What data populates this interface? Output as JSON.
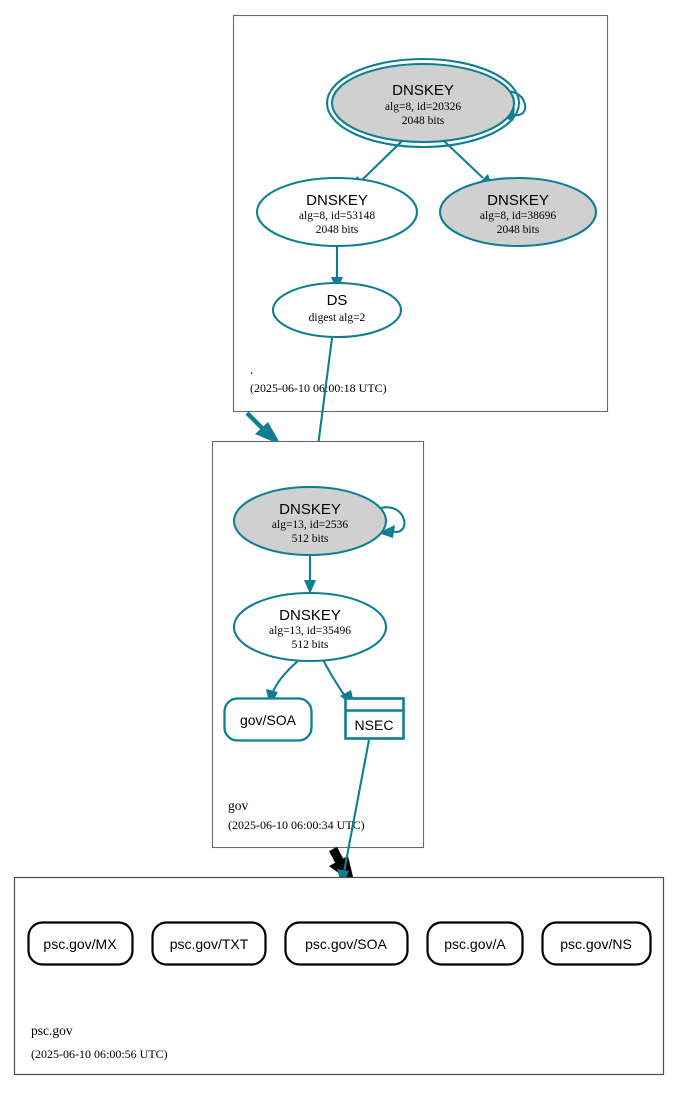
{
  "diagram": {
    "kind": "dnssec-authentication-chain",
    "colors": {
      "secure_teal": "#0e7f92",
      "key_fill_gray": "#d0d0d0",
      "node_fill_white": "#ffffff",
      "zone_border_gray": "#6b6b6b",
      "delegation_black": "#000000"
    }
  },
  "zones": {
    "root": {
      "name": ".",
      "timestamp": "(2025-06-10 06:00:18 UTC)",
      "nodes": {
        "ksk": {
          "type": "DNSKEY",
          "title": "DNSKEY",
          "params": "alg=8, id=20326",
          "size": "2048 bits",
          "alg": 8,
          "id": 20326,
          "bits": 2048,
          "is_ksk": true,
          "self_signed": true,
          "fill": "gray"
        },
        "zsk": {
          "type": "DNSKEY",
          "title": "DNSKEY",
          "params": "alg=8, id=53148",
          "size": "2048 bits",
          "alg": 8,
          "id": 53148,
          "bits": 2048,
          "is_ksk": false,
          "self_signed": false,
          "fill": "white"
        },
        "other": {
          "type": "DNSKEY",
          "title": "DNSKEY",
          "params": "alg=8, id=38696",
          "size": "2048 bits",
          "alg": 8,
          "id": 38696,
          "bits": 2048,
          "is_ksk": false,
          "self_signed": false,
          "fill": "gray"
        },
        "ds": {
          "type": "DS",
          "title": "DS",
          "params": "digest alg=2",
          "digest_alg": 2,
          "fill": "white"
        }
      }
    },
    "gov": {
      "name": "gov",
      "timestamp": "(2025-06-10 06:00:34 UTC)",
      "nodes": {
        "ksk": {
          "type": "DNSKEY",
          "title": "DNSKEY",
          "params": "alg=13, id=2536",
          "size": "512 bits",
          "alg": 13,
          "id": 2536,
          "bits": 512,
          "is_ksk": false,
          "self_signed": true,
          "fill": "gray"
        },
        "zsk": {
          "type": "DNSKEY",
          "title": "DNSKEY",
          "params": "alg=13, id=35496",
          "size": "512 bits",
          "alg": 13,
          "id": 35496,
          "bits": 512,
          "is_ksk": false,
          "self_signed": false,
          "fill": "white"
        },
        "soa": {
          "type": "RRset",
          "label": "gov/SOA"
        },
        "nsec": {
          "type": "NSEC",
          "label": "NSEC"
        }
      }
    },
    "psc_gov": {
      "name": "psc.gov",
      "timestamp": "(2025-06-10 06:00:56 UTC)",
      "rrsets": [
        {
          "label": "psc.gov/MX"
        },
        {
          "label": "psc.gov/TXT"
        },
        {
          "label": "psc.gov/SOA"
        },
        {
          "label": "psc.gov/A"
        },
        {
          "label": "psc.gov/NS"
        }
      ]
    }
  }
}
